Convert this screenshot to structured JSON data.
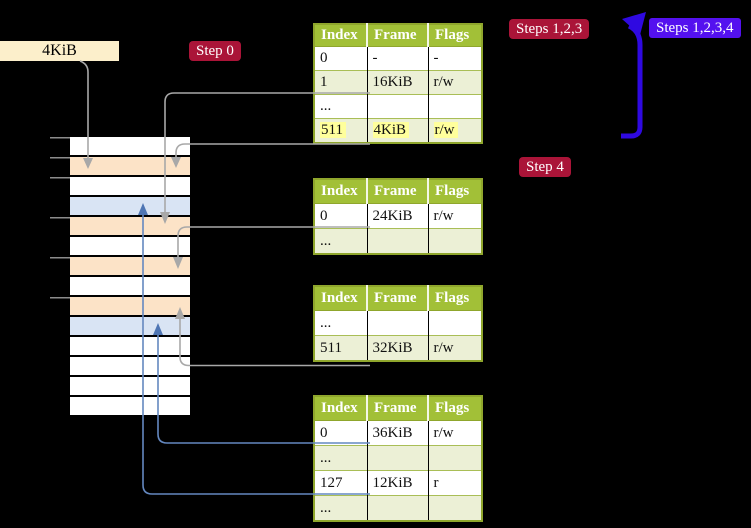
{
  "canvas": {
    "background": "#000000"
  },
  "colors": {
    "badge_red": "#AA1438",
    "badge_violet": "#5411EF",
    "thick_arrow_blue": "#2F09E1",
    "connector_gray": "#A8A8A8",
    "connector_blue": "#6488C0",
    "table_header_green": "#A2C037",
    "table_border_olive": "#8FA62C",
    "table_row_green": "#ECF0D6",
    "memory_row_peach": "#FCE3C7",
    "memory_row_blue": "#D9E4F4",
    "label_cream": "#FCEFCB",
    "highlight_yellow": "#FFFF9C"
  },
  "labels": {
    "frame_size": "4KiB"
  },
  "badges": {
    "step0": {
      "text": "Step 0"
    },
    "steps123": {
      "text": "Steps 1,2,3"
    },
    "steps1234": {
      "text": "Steps 1,2,3,4"
    },
    "step4": {
      "text": "Step 4"
    }
  },
  "memory_strip": {
    "tick_count": 6,
    "rows": [
      {
        "fill": "white"
      },
      {
        "fill": "peach"
      },
      {
        "fill": "white"
      },
      {
        "fill": "blue"
      },
      {
        "fill": "peach"
      },
      {
        "fill": "white"
      },
      {
        "fill": "peach"
      },
      {
        "fill": "white"
      },
      {
        "fill": "peach"
      },
      {
        "fill": "blue"
      },
      {
        "fill": "white"
      },
      {
        "fill": "white"
      },
      {
        "fill": "white"
      },
      {
        "fill": "white"
      }
    ]
  },
  "tables": [
    {
      "headers": [
        "Index",
        "Frame",
        "Flags"
      ],
      "rows": [
        {
          "cells": [
            "0",
            "-",
            "-"
          ],
          "highlight": false
        },
        {
          "cells": [
            "1",
            "16KiB",
            "r/w"
          ],
          "highlight": false
        },
        {
          "cells": [
            "...",
            "",
            ""
          ],
          "highlight": false
        },
        {
          "cells": [
            "511",
            "4KiB",
            "r/w"
          ],
          "highlight": true
        }
      ]
    },
    {
      "headers": [
        "Index",
        "Frame",
        "Flags"
      ],
      "rows": [
        {
          "cells": [
            "0",
            "24KiB",
            "r/w"
          ],
          "highlight": false
        },
        {
          "cells": [
            "...",
            "",
            ""
          ],
          "highlight": false
        }
      ]
    },
    {
      "headers": [
        "Index",
        "Frame",
        "Flags"
      ],
      "rows": [
        {
          "cells": [
            "...",
            "",
            ""
          ],
          "highlight": false
        },
        {
          "cells": [
            "511",
            "32KiB",
            "r/w"
          ],
          "highlight": false
        }
      ]
    },
    {
      "headers": [
        "Index",
        "Frame",
        "Flags"
      ],
      "rows": [
        {
          "cells": [
            "0",
            "36KiB",
            "r/w"
          ],
          "highlight": false
        },
        {
          "cells": [
            "...",
            "",
            ""
          ],
          "highlight": false
        },
        {
          "cells": [
            "127",
            "12KiB",
            "r"
          ],
          "highlight": false
        },
        {
          "cells": [
            "...",
            "",
            ""
          ],
          "highlight": false
        }
      ]
    }
  ]
}
